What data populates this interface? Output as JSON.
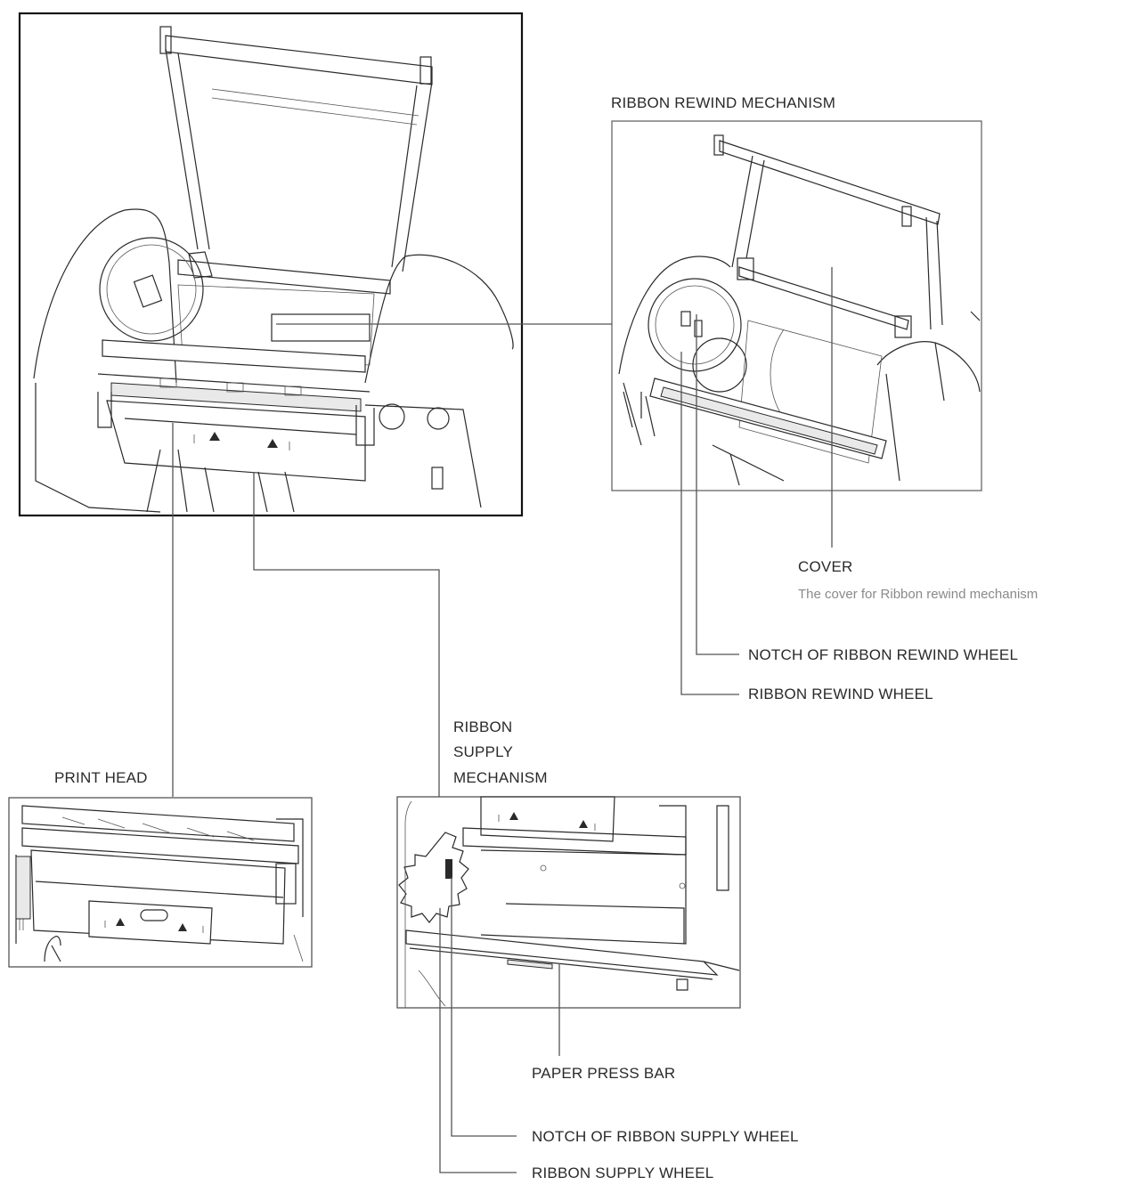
{
  "labels": {
    "ribbon_rewind_mechanism": "RIBBON REWIND MECHANISM",
    "cover": "COVER",
    "cover_desc": "The cover for Ribbon rewind mechanism",
    "notch_rewind_wheel": "NOTCH OF RIBBON REWIND WHEEL",
    "rewind_wheel": "RIBBON REWIND WHEEL",
    "print_head": "PRINT HEAD",
    "ribbon_supply_line1": "RIBBON",
    "ribbon_supply_line2": "SUPPLY",
    "ribbon_supply_line3": "MECHANISM",
    "paper_press_bar": "PAPER PRESS BAR",
    "notch_supply_wheel": "NOTCH OF RIBBON SUPPLY WHEEL",
    "supply_wheel": "RIBBON SUPPLY WHEEL"
  }
}
